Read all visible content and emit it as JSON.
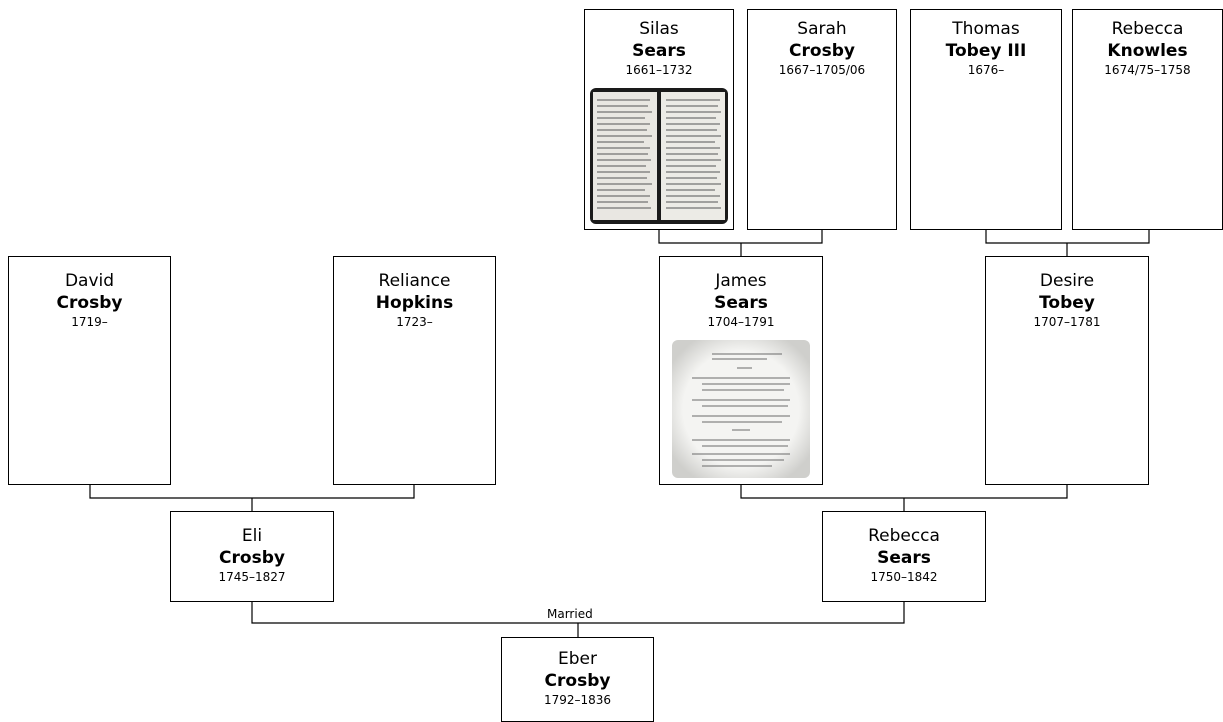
{
  "people": {
    "silas": {
      "given": "Silas",
      "surname": "Sears",
      "dates": "1661–1732",
      "has_photo": true
    },
    "sarah": {
      "given": "Sarah",
      "surname": "Crosby",
      "dates": "1667–1705/06"
    },
    "thomas": {
      "given": "Thomas",
      "surname": "Tobey III",
      "dates": "1676–"
    },
    "rebecca_k": {
      "given": "Rebecca",
      "surname": "Knowles",
      "dates": "1674/75–1758"
    },
    "david": {
      "given": "David",
      "surname": "Crosby",
      "dates": "1719–"
    },
    "reliance": {
      "given": "Reliance",
      "surname": "Hopkins",
      "dates": "1723–"
    },
    "james": {
      "given": "James",
      "surname": "Sears",
      "dates": "1704–1791",
      "has_photo": true
    },
    "desire": {
      "given": "Desire",
      "surname": "Tobey",
      "dates": "1707–1781"
    },
    "eli": {
      "given": "Eli",
      "surname": "Crosby",
      "dates": "1745–1827"
    },
    "rebecca_s": {
      "given": "Rebecca",
      "surname": "Sears",
      "dates": "1750–1842"
    },
    "eber": {
      "given": "Eber",
      "surname": "Crosby",
      "dates": "1792–1836"
    }
  },
  "labels": {
    "married": "Married"
  },
  "colors": {
    "border": "#000000",
    "background": "#ffffff"
  }
}
